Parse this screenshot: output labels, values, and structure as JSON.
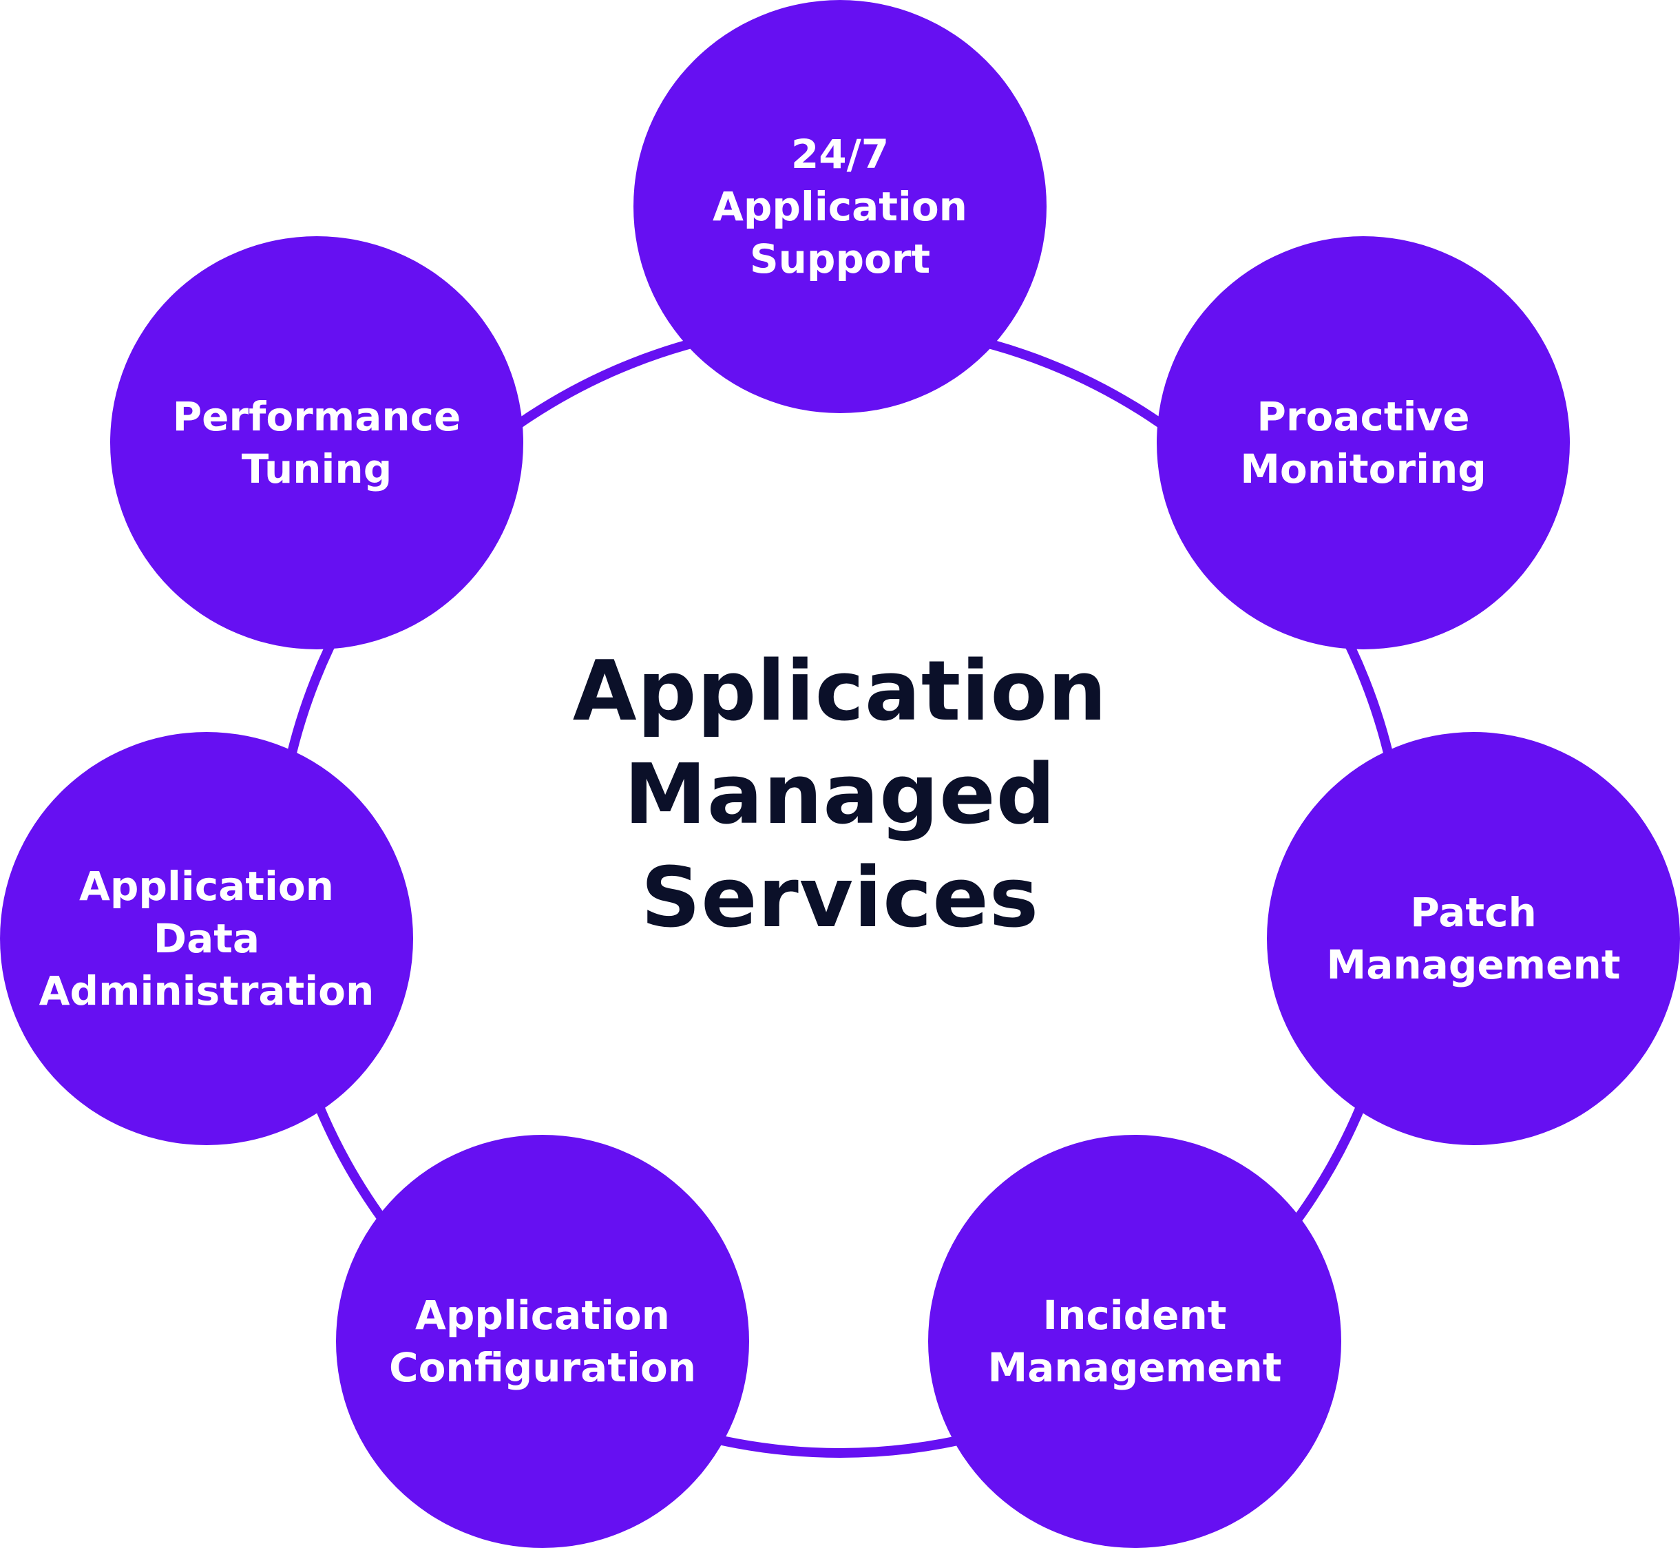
{
  "colors": {
    "node_fill": "#6610F2",
    "node_text": "#FFFFFF",
    "ring": "#6610F2",
    "title_text": "#0B1029",
    "background": "#FFFFFF"
  },
  "center": {
    "lines": [
      "Application",
      "Managed",
      "Services"
    ]
  },
  "nodes": [
    {
      "id": "support",
      "lines": [
        "24/7",
        "Application",
        "Support"
      ]
    },
    {
      "id": "monitoring",
      "lines": [
        "Proactive",
        "Monitoring"
      ]
    },
    {
      "id": "patch",
      "lines": [
        "Patch",
        "Management"
      ]
    },
    {
      "id": "incident",
      "lines": [
        "Incident",
        "Management"
      ]
    },
    {
      "id": "configuration",
      "lines": [
        "Application",
        "Configuration"
      ]
    },
    {
      "id": "data-admin",
      "lines": [
        "Application",
        "Data",
        "Administration"
      ]
    },
    {
      "id": "performance",
      "lines": [
        "Performance",
        "Tuning"
      ]
    }
  ]
}
